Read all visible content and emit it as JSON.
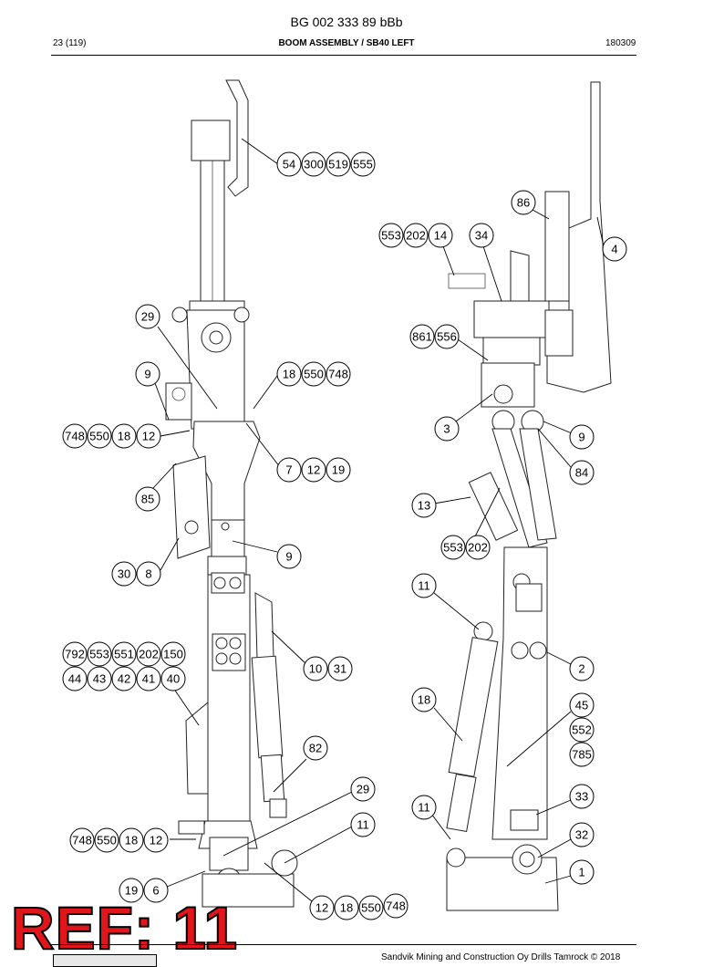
{
  "header": {
    "doc_number": "BG 002 333 89 bBb",
    "page": "23 (119)",
    "section_title": "BOOM ASSEMBLY / SB40 LEFT",
    "date": "180309"
  },
  "footer": {
    "copyright": "Sandvik Mining and Construction Oy Drills Tamrock © 2018"
  },
  "ref_label": "REF: 11",
  "callouts": {
    "c54": "54",
    "c300": "300",
    "c519": "519",
    "c555": "555",
    "c29a": "29",
    "c9a": "9",
    "c18a": "18",
    "c550a": "550",
    "c748a": "748",
    "c748b": "748",
    "c550b": "550",
    "c18b": "18",
    "c12b": "12",
    "c7": "7",
    "c12c": "12",
    "c19c": "19",
    "c85": "85",
    "c9b": "9",
    "c30": "30",
    "c8": "8",
    "c792": "792",
    "c553a": "553",
    "c551": "551",
    "c202a": "202",
    "c150": "150",
    "c44": "44",
    "c43": "43",
    "c42": "42",
    "c41": "41",
    "c40": "40",
    "c10": "10",
    "c31": "31",
    "c82": "82",
    "c29b": "29",
    "c11a": "11",
    "c748c": "748",
    "c550c": "550",
    "c18c": "18",
    "c12d": "12",
    "c19d": "19",
    "c6": "6",
    "c12e": "12",
    "c18e": "18",
    "c550e": "550",
    "c748e": "748",
    "c86": "86",
    "c553b": "553",
    "c202b": "202",
    "c14": "14",
    "c34": "34",
    "c4": "4",
    "c861": "861",
    "c556": "556",
    "c3": "3",
    "c9c": "9",
    "c84": "84",
    "c13": "13",
    "c553c": "553",
    "c202c": "202",
    "c11b": "11",
    "c2": "2",
    "c18f": "18",
    "c45": "45",
    "c552": "552",
    "c785": "785",
    "c11c": "11",
    "c33": "33",
    "c32": "32",
    "c1": "1"
  }
}
